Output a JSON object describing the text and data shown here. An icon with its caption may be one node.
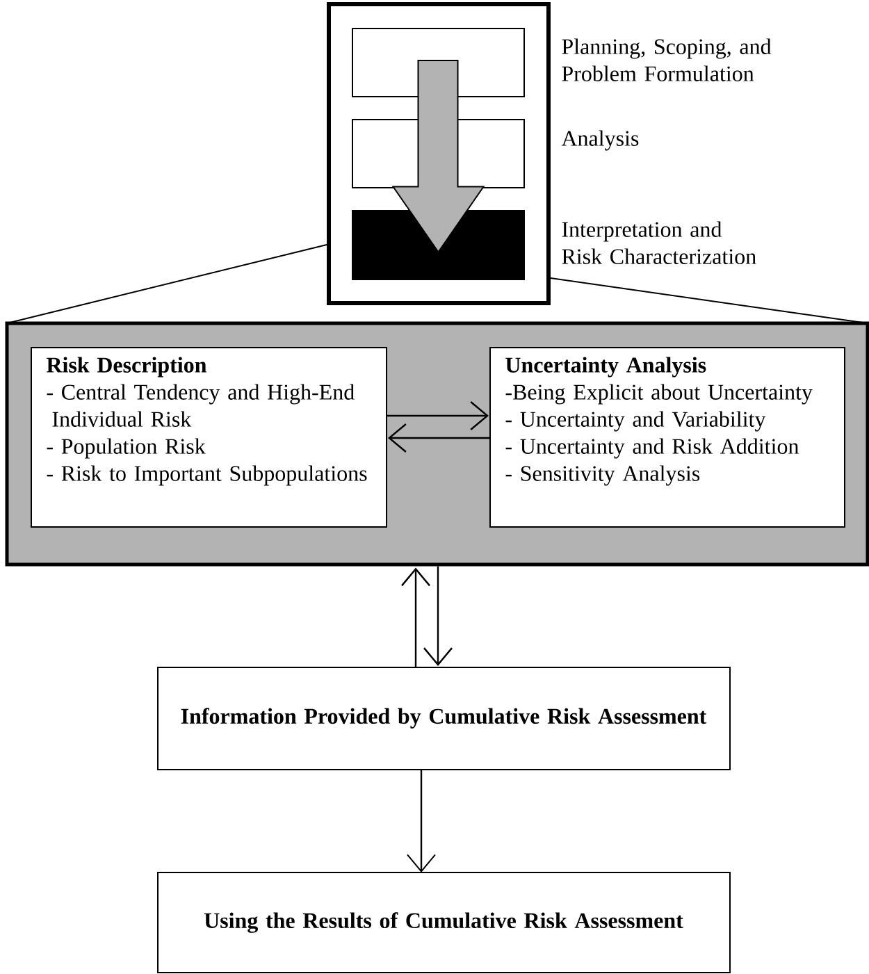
{
  "diagram": {
    "nodes": [
      {
        "text": [],
        "shape": "box"
      },
      {
        "text": [],
        "shape": "box",
        "in": 0,
        "beside": [
          "Planning, Scoping, and Problem Formulation"
        ]
      },
      {
        "text": [],
        "shape": "box",
        "in": 0,
        "beside": [
          "Analysis"
        ]
      },
      {
        "text": [],
        "shape": "box",
        "in": 0,
        "beside": [
          "Interpretation and Risk Characterization"
        ]
      },
      {
        "text": [],
        "shape": "box"
      },
      {
        "text": [
          "Risk Description",
          "- Central Tendency and High-End Individual Risk",
          "- Population Risk",
          "- Risk to Important Subpopulations"
        ],
        "in": 4
      },
      {
        "text": [
          "Uncertainty Analysis",
          "-Being Explicit about Uncertainty",
          "- Uncertainty and Variability",
          "- Uncertainty and Risk Addition",
          "- Sensitivity Analysis"
        ],
        "in": 4
      },
      {
        "text": [
          "Information Provided by Cumulative Risk Assessment"
        ]
      },
      {
        "text": [
          "Using the Results of Cumulative Risk Assessment"
        ]
      }
    ],
    "edges": [
      {
        "from": 1,
        "to": 3,
        "arrow": "to",
        "style": "thick"
      },
      {
        "from": 0,
        "to": 4,
        "arrow": "none"
      },
      {
        "from": 0,
        "to": 4,
        "arrow": "none"
      },
      {
        "from": 5,
        "to": 6,
        "arrow": "to"
      },
      {
        "from": 6,
        "to": 5,
        "arrow": "to"
      },
      {
        "from": 7,
        "to": 4,
        "arrow": "to"
      },
      {
        "from": 4,
        "to": 7,
        "arrow": "to"
      },
      {
        "from": 7,
        "to": 8,
        "arrow": "to"
      }
    ]
  }
}
